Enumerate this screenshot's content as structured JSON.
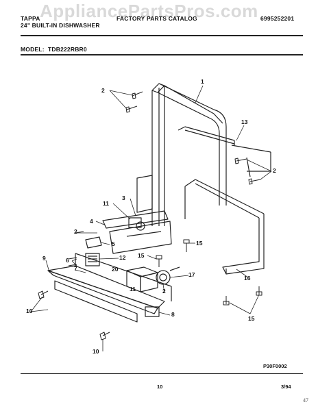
{
  "watermark": "AppliancePartsPros.com",
  "header": {
    "brand": "TAPPA",
    "catalog": "FACTORY PARTS CATALOG",
    "model_line": "24\" BUILT-IN DISHWASHER",
    "part_number": "6995252201"
  },
  "model_label": "MODEL:",
  "model_value": "TDB222RBR0",
  "callouts": {
    "c1": "1",
    "c2a": "2",
    "c2b": "2",
    "c2c": "2",
    "c2d": "2",
    "c3": "3",
    "c4": "4",
    "c5": "5",
    "c6": "6",
    "c7": "7",
    "c8": "8",
    "c9": "9",
    "c10a": "10",
    "c10b": "10",
    "c11a": "11",
    "c11b": "11",
    "c12": "12",
    "c13": "13",
    "c15a": "15",
    "c15b": "15",
    "c15c": "15",
    "c16": "16",
    "c17": "17",
    "c20": "20"
  },
  "figure_code": "P30F0002",
  "page_number": "10",
  "date": "3/94",
  "corner_mark": "47"
}
